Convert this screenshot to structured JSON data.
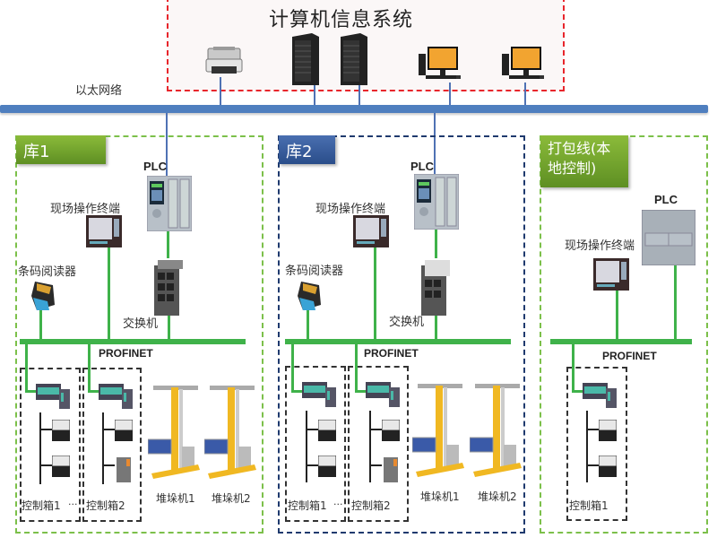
{
  "system": {
    "title": "计算机信息系统",
    "devices": [
      {
        "type": "printer-icon"
      },
      {
        "type": "server-icon"
      },
      {
        "type": "server-icon"
      },
      {
        "type": "workstation-icon"
      },
      {
        "type": "workstation-icon"
      }
    ]
  },
  "ethernet": {
    "label": "以太网络"
  },
  "zones": [
    {
      "title": "库1",
      "plc_label": "PLC",
      "hmi_label": "现场操作终端",
      "scanner_label": "条码阅读器",
      "switch_label": "交换机",
      "bus_label": "PROFINET",
      "cabinets": [
        {
          "label": "控制箱1",
          "suffix": "..."
        },
        {
          "label": "控制箱2"
        }
      ],
      "stackers": [
        {
          "label": "堆垛机1"
        },
        {
          "label": "堆垛机2"
        }
      ]
    },
    {
      "title": "库2",
      "plc_label": "PLC",
      "hmi_label": "现场操作终端",
      "scanner_label": "条码阅读器",
      "switch_label": "交换机",
      "bus_label": "PROFINET",
      "cabinets": [
        {
          "label": "控制箱1",
          "suffix": "..."
        },
        {
          "label": "控制箱2"
        }
      ],
      "stackers": [
        {
          "label": "堆垛机1"
        },
        {
          "label": "堆垛机2"
        }
      ]
    },
    {
      "title": "打包线(本地控制)",
      "title_line1": "打包线(本",
      "title_line2": "地控制)",
      "plc_label": "PLC",
      "hmi_label": "现场操作终端",
      "bus_label": "PROFINET",
      "cabinets": [
        {
          "label": "控制箱1"
        }
      ]
    }
  ],
  "colors": {
    "system_border": "#e8262c",
    "ethernet_bus": "#4f7fbf",
    "profinet_bus": "#3fb24a",
    "zone_green": "#7cc04a",
    "zone_blue": "#1f3a6e"
  }
}
